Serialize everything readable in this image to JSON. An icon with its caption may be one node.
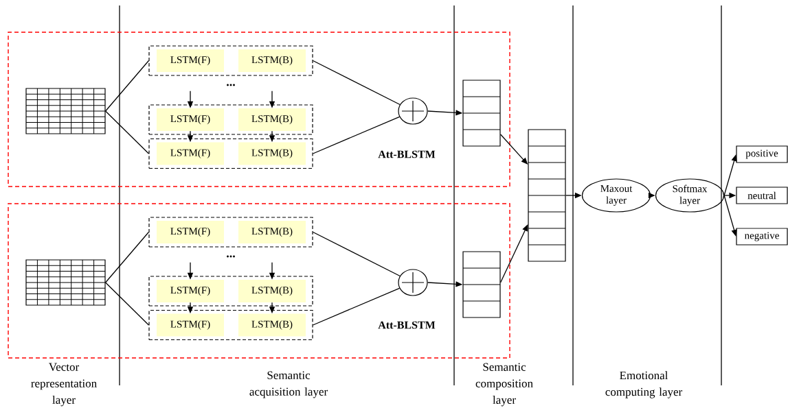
{
  "diagram": {
    "nodes": [
      {
        "text": [
          "Att-BLSTM"
        ]
      },
      {
        "text": [],
        "shape": "grid",
        "in": 0
      },
      {
        "text": [],
        "shape": "box",
        "in": 0
      },
      {
        "text": [
          "LSTM(F)"
        ],
        "in": 2
      },
      {
        "text": [
          "LSTM(B)"
        ],
        "in": 2
      },
      {
        "text": [],
        "shape": "box",
        "in": 0
      },
      {
        "text": [
          "LSTM(F)"
        ],
        "in": 5
      },
      {
        "text": [
          "LSTM(B)"
        ],
        "in": 5
      },
      {
        "text": [],
        "shape": "box",
        "in": 0
      },
      {
        "text": [
          "LSTM(F)"
        ],
        "in": 8
      },
      {
        "text": [
          "LSTM(B)"
        ],
        "in": 8
      },
      {
        "text": [],
        "shape": "circle",
        "in": 0
      },
      {
        "text": [],
        "shape": "box",
        "in": 0
      },
      {
        "text": [
          "Att-BLSTM"
        ]
      },
      {
        "text": [],
        "shape": "grid",
        "in": 13
      },
      {
        "text": [],
        "shape": "box",
        "in": 13
      },
      {
        "text": [
          "LSTM(F)"
        ],
        "in": 15
      },
      {
        "text": [
          "LSTM(B)"
        ],
        "in": 15
      },
      {
        "text": [],
        "shape": "box",
        "in": 13
      },
      {
        "text": [
          "LSTM(F)"
        ],
        "in": 18
      },
      {
        "text": [
          "LSTM(B)"
        ],
        "in": 18
      },
      {
        "text": [],
        "shape": "box",
        "in": 13
      },
      {
        "text": [
          "LSTM(F)"
        ],
        "in": 21
      },
      {
        "text": [
          "LSTM(B)"
        ],
        "in": 21
      },
      {
        "text": [],
        "shape": "circle",
        "in": 13
      },
      {
        "text": [],
        "shape": "box",
        "in": 13
      },
      {
        "text": [],
        "shape": "box"
      },
      {
        "text": [
          "Maxout layer"
        ]
      },
      {
        "text": [
          "Softmax layer"
        ]
      },
      {
        "text": [
          "positive"
        ]
      },
      {
        "text": [
          "neutral"
        ]
      },
      {
        "text": [
          "negative"
        ]
      }
    ],
    "edges": [
      {
        "from": 1,
        "to": 2,
        "arrow": "none"
      },
      {
        "from": 1,
        "to": 8,
        "arrow": "none"
      },
      {
        "from": 2,
        "to": 11,
        "arrow": "none"
      },
      {
        "from": 8,
        "to": 11,
        "arrow": "none"
      },
      {
        "from": 11,
        "to": 12,
        "arrow": "to"
      },
      {
        "from": null,
        "to": 6,
        "arrow": "to"
      },
      {
        "from": null,
        "to": 7,
        "arrow": "to"
      },
      {
        "from": 6,
        "to": 9,
        "arrow": "to"
      },
      {
        "from": 7,
        "to": 10,
        "arrow": "to"
      },
      {
        "from": 14,
        "to": 15,
        "arrow": "none"
      },
      {
        "from": 14,
        "to": 21,
        "arrow": "none"
      },
      {
        "from": 15,
        "to": 24,
        "arrow": "none"
      },
      {
        "from": 21,
        "to": 24,
        "arrow": "none"
      },
      {
        "from": 24,
        "to": 25,
        "arrow": "to"
      },
      {
        "from": null,
        "to": 19,
        "arrow": "to"
      },
      {
        "from": null,
        "to": 20,
        "arrow": "to"
      },
      {
        "from": 19,
        "to": 22,
        "arrow": "to"
      },
      {
        "from": 20,
        "to": 23,
        "arrow": "to"
      },
      {
        "from": 12,
        "to": 26,
        "arrow": "to"
      },
      {
        "from": 25,
        "to": 26,
        "arrow": "to"
      },
      {
        "from": 26,
        "to": 27,
        "arrow": "to"
      },
      {
        "from": 27,
        "to": 28,
        "arrow": "to"
      },
      {
        "from": 28,
        "to": 29,
        "arrow": "to"
      },
      {
        "from": 28,
        "to": 30,
        "arrow": "to"
      },
      {
        "from": 28,
        "to": 31,
        "arrow": "to"
      }
    ],
    "labels": [
      "...",
      "...",
      "Vector representation layer",
      "Semantic acquisition layer",
      "Semantic composition layer",
      "Emotional computing layer"
    ]
  }
}
